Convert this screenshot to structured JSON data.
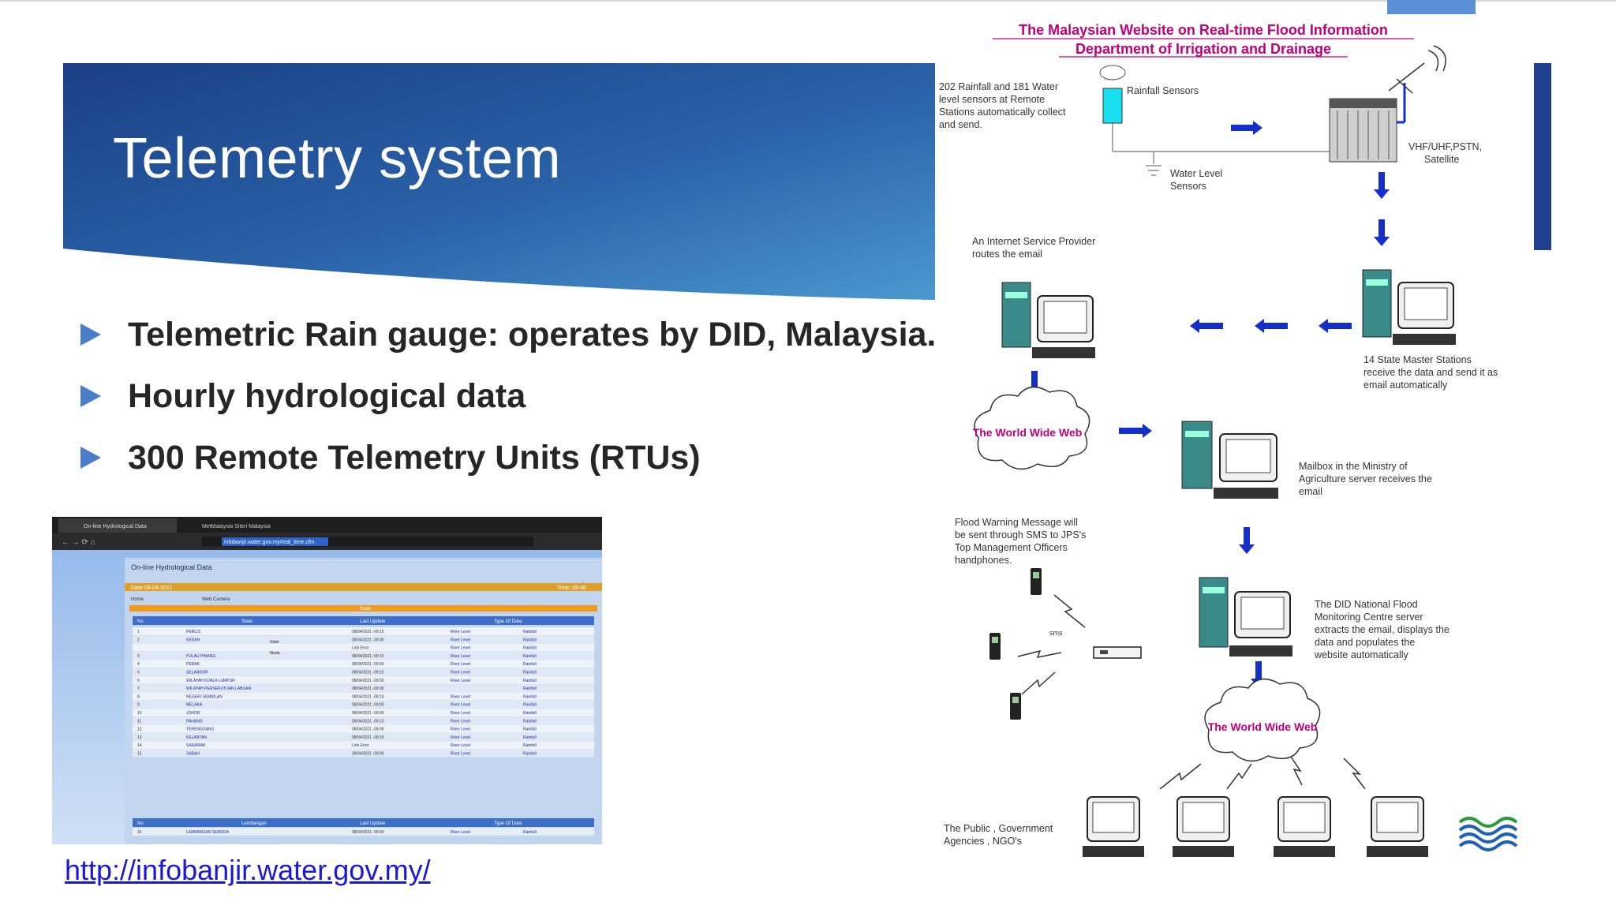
{
  "slide": {
    "title": "Telemetry system",
    "bullets": [
      "Telemetric Rain gauge: operates by DID, Malaysia.",
      "Hourly hydrological data",
      "300 Remote Telemetry Units (RTUs)"
    ],
    "link": "http://infobanjir.water.gov.my/"
  },
  "browser": {
    "tabs": [
      "On-line Hydrological Data",
      "MetMalaysia Siteri Malaysia"
    ],
    "url": "infobanjir.water.gov.my/real_time.cfm",
    "page_title": "On-line Hydrological Data",
    "date_label": "Date:08-04-2021",
    "time_label": "Time: 09:48",
    "nav": [
      "Home",
      "Web Camera"
    ],
    "state_header": "State",
    "columns": [
      "No",
      "State",
      "Last Update",
      "Type Of Data"
    ],
    "rows": [
      {
        "no": "1",
        "state": "PERLIS",
        "update": "08/04/2021 -09:15",
        "type": "River Level",
        "rain": "Rainfall"
      },
      {
        "no": "2",
        "state": "KEDAH",
        "update": "08/04/2021 -09:00",
        "type": "River Level",
        "rain": "Rainfall"
      },
      {
        "no": "",
        "state": "",
        "update": "Link Error",
        "type": "River Level",
        "rain": "Rainfall"
      },
      {
        "no": "3",
        "state": "PULAU PINANG",
        "update": "08/04/2021 -09:15",
        "type": "River Level",
        "rain": "Rainfall"
      },
      {
        "no": "4",
        "state": "PERAK",
        "update": "08/04/2021 -09:00",
        "type": "River Level",
        "rain": "Rainfall"
      },
      {
        "no": "5",
        "state": "SELANGOR",
        "update": "08/04/2021 -09:15",
        "type": "River Level",
        "rain": "Rainfall"
      },
      {
        "no": "6",
        "state": "WILAYAH KUALA LUMPUR",
        "update": "08/04/2021 -09:00",
        "type": "River Level",
        "rain": "Rainfall"
      },
      {
        "no": "7",
        "state": "WILAYAH PERSEKUTUAN LABUAN",
        "update": "08/04/2021 -09:00",
        "type": "",
        "rain": "Rainfall"
      },
      {
        "no": "8",
        "state": "NEGERI SEMBILAN",
        "update": "08/04/2021 -09:15",
        "type": "River Level",
        "rain": "Rainfall"
      },
      {
        "no": "9",
        "state": "MELAKA",
        "update": "08/04/2021 -09:00",
        "type": "River Level",
        "rain": "Rainfall"
      },
      {
        "no": "10",
        "state": "JOHOR",
        "update": "08/04/2021 -09:00",
        "type": "River Level",
        "rain": "Rainfall"
      },
      {
        "no": "11",
        "state": "PAHANG",
        "update": "08/04/2021 -09:15",
        "type": "River Level",
        "rain": "Rainfall"
      },
      {
        "no": "12",
        "state": "TERENGGANU",
        "update": "08/04/2021 -09:00",
        "type": "River Level",
        "rain": "Rainfall"
      },
      {
        "no": "13",
        "state": "KELANTAN",
        "update": "08/04/2021 -09:15",
        "type": "River Level",
        "rain": "Rainfall"
      },
      {
        "no": "14",
        "state": "SARAWAK",
        "update": "Link Error",
        "type": "River Level",
        "rain": "Rainfall"
      },
      {
        "no": "15",
        "state": "SABAH",
        "update": "08/04/2021 -09:00",
        "type": "River Level",
        "rain": "Rainfall"
      }
    ],
    "sub_labels": [
      "State",
      "Mada"
    ],
    "footer_columns": [
      "No",
      "Lembangan",
      "Last Update",
      "Type Of Data"
    ],
    "footer_row": {
      "no": "16",
      "state": "LEMBANGAN SEMUDA",
      "update": "08/04/2021 -09:00",
      "type": "River Level",
      "rain": "Rainfall"
    }
  },
  "diagram": {
    "title1": "The Malaysian Website on Real-time Flood Information",
    "title2": "Department of Irrigation and Drainage",
    "sensors_note": [
      "202 Rainfall and 181 Water",
      "level sensors at  Remote",
      "Stations automatically collect",
      "and send."
    ],
    "rainfall_sensors": "Rainfall Sensors",
    "water_level": [
      "Water Level",
      "Sensors"
    ],
    "vhf": [
      "VHF/UHF,PSTN,",
      "Satellite"
    ],
    "isp": [
      "An Internet Service Provider",
      "routes the email"
    ],
    "state_master": [
      "14 State Master Stations",
      "receive the data and send it as",
      "email automatically"
    ],
    "www": "The World Wide Web",
    "mailbox": [
      "Mailbox in the Ministry of",
      "Agriculture server receives the",
      "email"
    ],
    "flood_warning": [
      "Flood Warning Message will",
      "be sent through SMS to JPS's",
      "Top Management Officers",
      "handphones."
    ],
    "did_centre": [
      "The DID National Flood",
      "Monitoring Centre server",
      "extracts the email, displays the",
      "data and populates the",
      "website automatically"
    ],
    "sms": "sms",
    "public": [
      "The Public , Government",
      "Agencies , NGO's"
    ]
  },
  "colors": {
    "banner_dark": "#1a3f86",
    "banner_light": "#3f87c6",
    "bullet": "#4a7ec9",
    "diagram_title": "#c0007a",
    "arrow": "#1530c8",
    "www_text": "#c0007a"
  }
}
